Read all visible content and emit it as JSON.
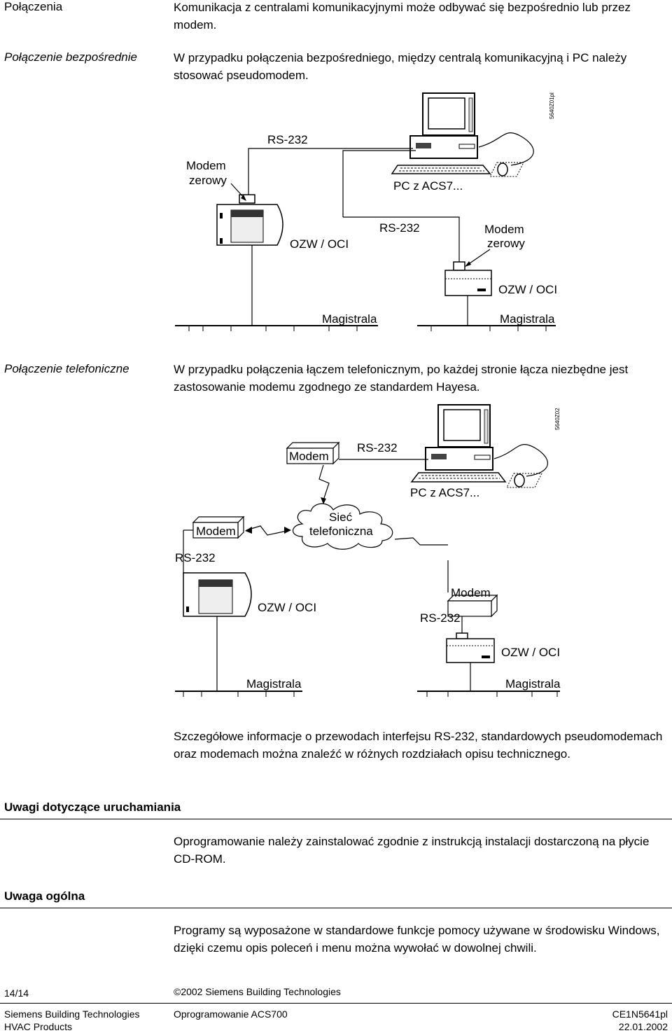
{
  "sections": {
    "connections": {
      "side": "Połączenia",
      "text": "Komunikacja z centralami komunikacyjnymi może odbywać się bezpośrednio lub przez modem."
    },
    "direct": {
      "side": "Połączenie bezpośrednie",
      "text": "W przypadku połączenia bezpośredniego, między centralą komunikacyjną i PC należy stosować pseudomodem."
    },
    "phone": {
      "side": "Połączenie telefoniczne",
      "text": "W przypadku połączenia łączem telefonicznym, po każdej stronie łącza niezbędne jest zastosowanie modemu zgodnego ze standardem Hayesa."
    },
    "details": "Szczegółowe informacje o przewodach interfejsu RS-232, standardowych pseudomodemach oraz modemach można znaleźć w różnych rozdziałach opisu technicznego."
  },
  "diagram1": {
    "code": "5640Z01pl",
    "rs232_top": "RS-232",
    "modem_null_left_l1": "Modem",
    "modem_null_left_l2": "zerowy",
    "pc": "PC z ACS7...",
    "ozw_left": "OZW / OCI",
    "rs232_mid": "RS-232",
    "modem_null_right_l1": "Modem",
    "modem_null_right_l2": "zerowy",
    "ozw_right": "OZW / OCI",
    "bus_left": "Magistrala",
    "bus_right": "Magistrala"
  },
  "diagram2": {
    "code": "5640Z02",
    "modem_top": "Modem",
    "rs232_top": "RS-232",
    "pc": "PC z ACS7...",
    "modem_left": "Modem",
    "network_l1": "Sieć",
    "network_l2": "telefoniczna",
    "rs232_left": "RS-232",
    "ozw_left": "OZW / OCI",
    "modem_right": "Modem",
    "rs232_right": "RS-232",
    "ozw_right": "OZW / OCI",
    "bus_left": "Magistrala",
    "bus_right": "Magistrala"
  },
  "startup": {
    "heading": "Uwagi dotyczące uruchamiania",
    "text": "Oprogramowanie należy zainstalować zgodnie z instrukcją instalacji dostarczoną na płycie CD-ROM."
  },
  "general": {
    "heading": "Uwaga ogólna",
    "text": "Programy są wyposażone w standardowe funkcje pomocy używane w środowisku Windows, dzięki czemu opis poleceń i menu można wywołać w dowolnej chwili."
  },
  "footer": {
    "page": "14/14",
    "copyright": "©2002 Siemens Building Technologies",
    "company": "Siemens Building Technologies",
    "division": "HVAC Products",
    "product": "Oprogramowanie ACS700",
    "doc_id": "CE1N5641pl",
    "date": "22.01.2002"
  }
}
